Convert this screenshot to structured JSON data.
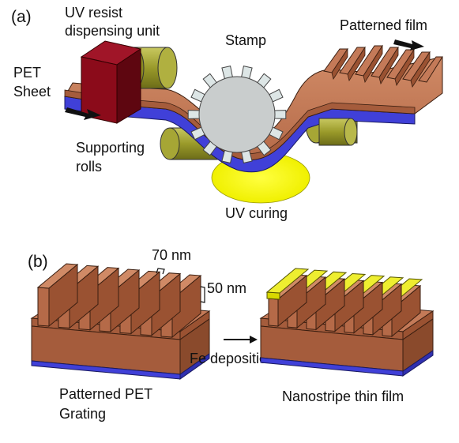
{
  "panel_a": {
    "tag": "(a)",
    "dispense_line1": "UV resist",
    "dispense_line2": "dispensing unit",
    "pet_line1": "PET",
    "pet_line2": "Sheet",
    "stamp": "Stamp",
    "patterned_film": "Patterned film",
    "support_line1": "Supporting",
    "support_line2": "rolls",
    "uv_curing": "UV curing"
  },
  "panel_b": {
    "tag": "(b)",
    "dim_70": "70 nm",
    "dim_50": "50 nm",
    "fe_deposition": "Fe deposition",
    "grating_line1": "Patterned PET",
    "grating_line2": "Grating",
    "nanostripe": "Nanostripe thin film"
  },
  "colors": {
    "resist_brown": "#c47a58",
    "pet_blue": "#4040d8",
    "roll_olive": "#9a9a2a",
    "dispenser_red": "#8b0b1a",
    "stamp_gray": "#cfd8d8",
    "uv_yellow": "#ffff00",
    "fe_yellow": "#d8d800"
  }
}
